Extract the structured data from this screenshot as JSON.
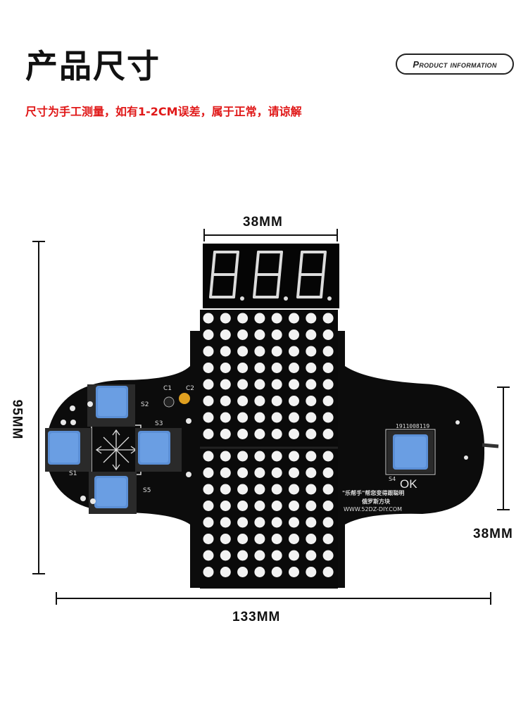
{
  "header": {
    "title": "产品尺寸",
    "badge": "Product information",
    "note": "尺寸为手工测量，如有1-2CM误差，属于正常，请谅解"
  },
  "dimensions": {
    "top_width": "38MM",
    "height": "95MM",
    "right_height": "38MM",
    "total_width": "133MM"
  },
  "board": {
    "labels": {
      "c1": "C1",
      "c2": "C2",
      "s1": "S1",
      "s2": "S2",
      "s3": "S3",
      "s4": "S4",
      "s5": "S5",
      "serial": "1911008119",
      "ok": "OK",
      "slogan": "\"乐帮手\"帮您变得跟聪明",
      "product": "俄罗斯方块",
      "site": "WWW.52DZ-DIY.COM"
    },
    "colors": {
      "pcb": "#0c0c0c",
      "button": "#5b8fd6",
      "led": "#f2f2f2",
      "segment_digit": "#dcdcdc"
    },
    "display_digits": "8.8.8."
  }
}
